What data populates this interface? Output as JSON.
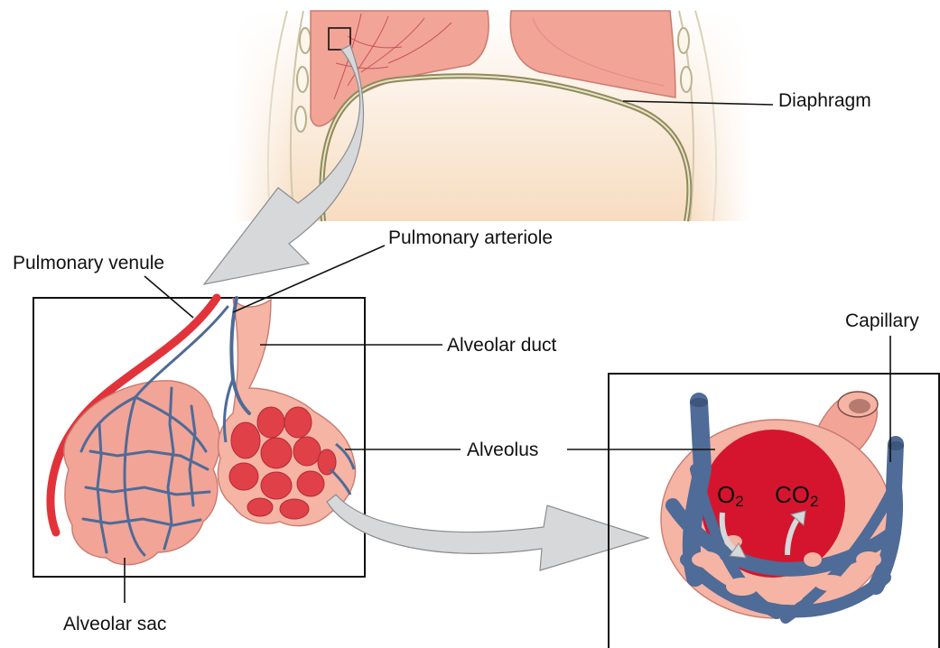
{
  "labels": {
    "diaphragm": "Diaphragm",
    "pulmonary_venule": "Pulmonary venule",
    "pulmonary_arteriole": "Pulmonary arteriole",
    "alveolar_duct": "Alveolar duct",
    "alveolus": "Alveolus",
    "capillary": "Capillary",
    "alveolar_sac": "Alveolar sac"
  },
  "gases": {
    "oxygen_symbol": "O",
    "oxygen_subscript": "2",
    "carbon_dioxide_symbol": "CO",
    "carbon_dioxide_subscript": "2"
  },
  "colors": {
    "lung_tissue": "#f2a497",
    "alveolus_light": "#f5b4a4",
    "alveolus_red": "#d5152d",
    "vein_blue": "#4f6b97",
    "artery_red": "#e2333a",
    "arrow_gray": "#d6d8da"
  }
}
